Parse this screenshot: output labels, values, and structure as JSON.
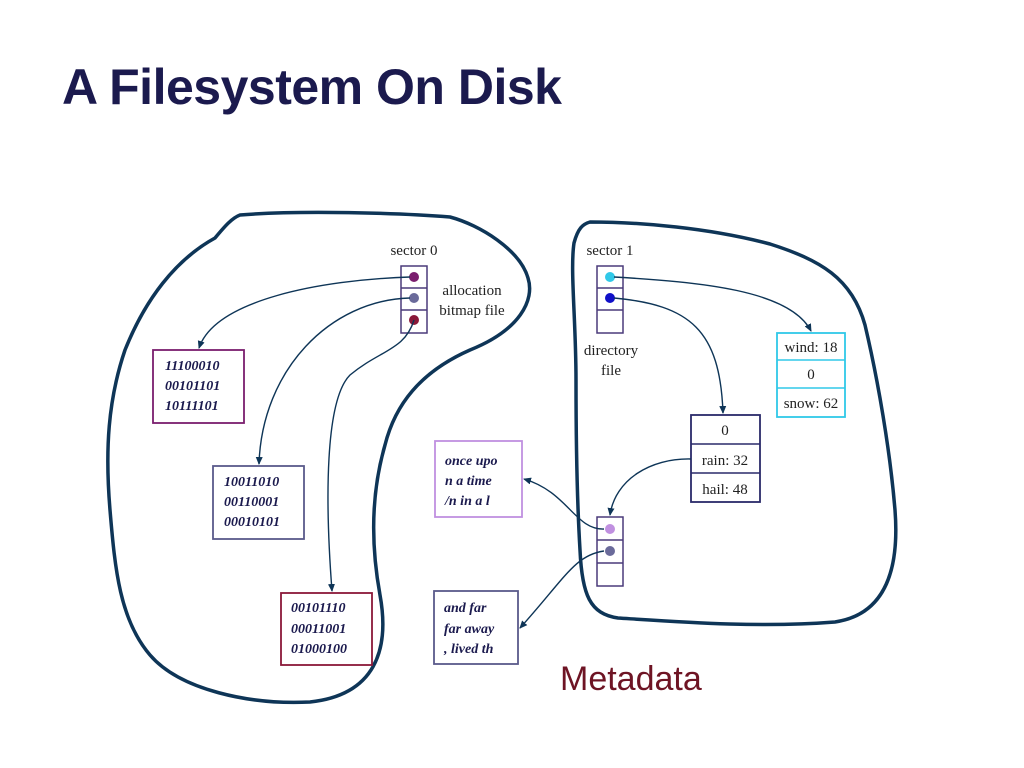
{
  "title": "A Filesystem On Disk",
  "footer_label": "Metadata",
  "colors": {
    "title": "#1b1a4e",
    "outline": "#0e3557",
    "metadata": "#6e1424",
    "box_purple": "#7a1e6e",
    "box_slate": "#5a5a8a",
    "box_maroon": "#8a1838",
    "box_lavender": "#c090e0",
    "box_cyan": "#30c8e8",
    "box_navy": "#2a2a6a"
  },
  "sector0": {
    "label": "sector 0",
    "file_label_line1": "allocation",
    "file_label_line2": "bitmap file"
  },
  "sector1": {
    "label": "sector 1",
    "file_label_line1": "directory",
    "file_label_line2": "file"
  },
  "bitmap_blocks": [
    {
      "lines": [
        "11100010",
        "00101101",
        "10111101"
      ]
    },
    {
      "lines": [
        "10011010",
        "00110001",
        "00010101"
      ]
    },
    {
      "lines": [
        "00101110",
        "00011001",
        "01000100"
      ]
    }
  ],
  "directory_entries": [
    {
      "lines": [
        "wind: 18",
        "0",
        "snow: 62"
      ]
    },
    {
      "lines": [
        "0",
        "rain: 32",
        "hail: 48"
      ]
    }
  ],
  "file_contents": [
    {
      "lines": [
        "once upo",
        "n a time",
        "/n in a l"
      ]
    },
    {
      "lines": [
        "and far",
        "far away",
        ", lived th"
      ]
    }
  ]
}
